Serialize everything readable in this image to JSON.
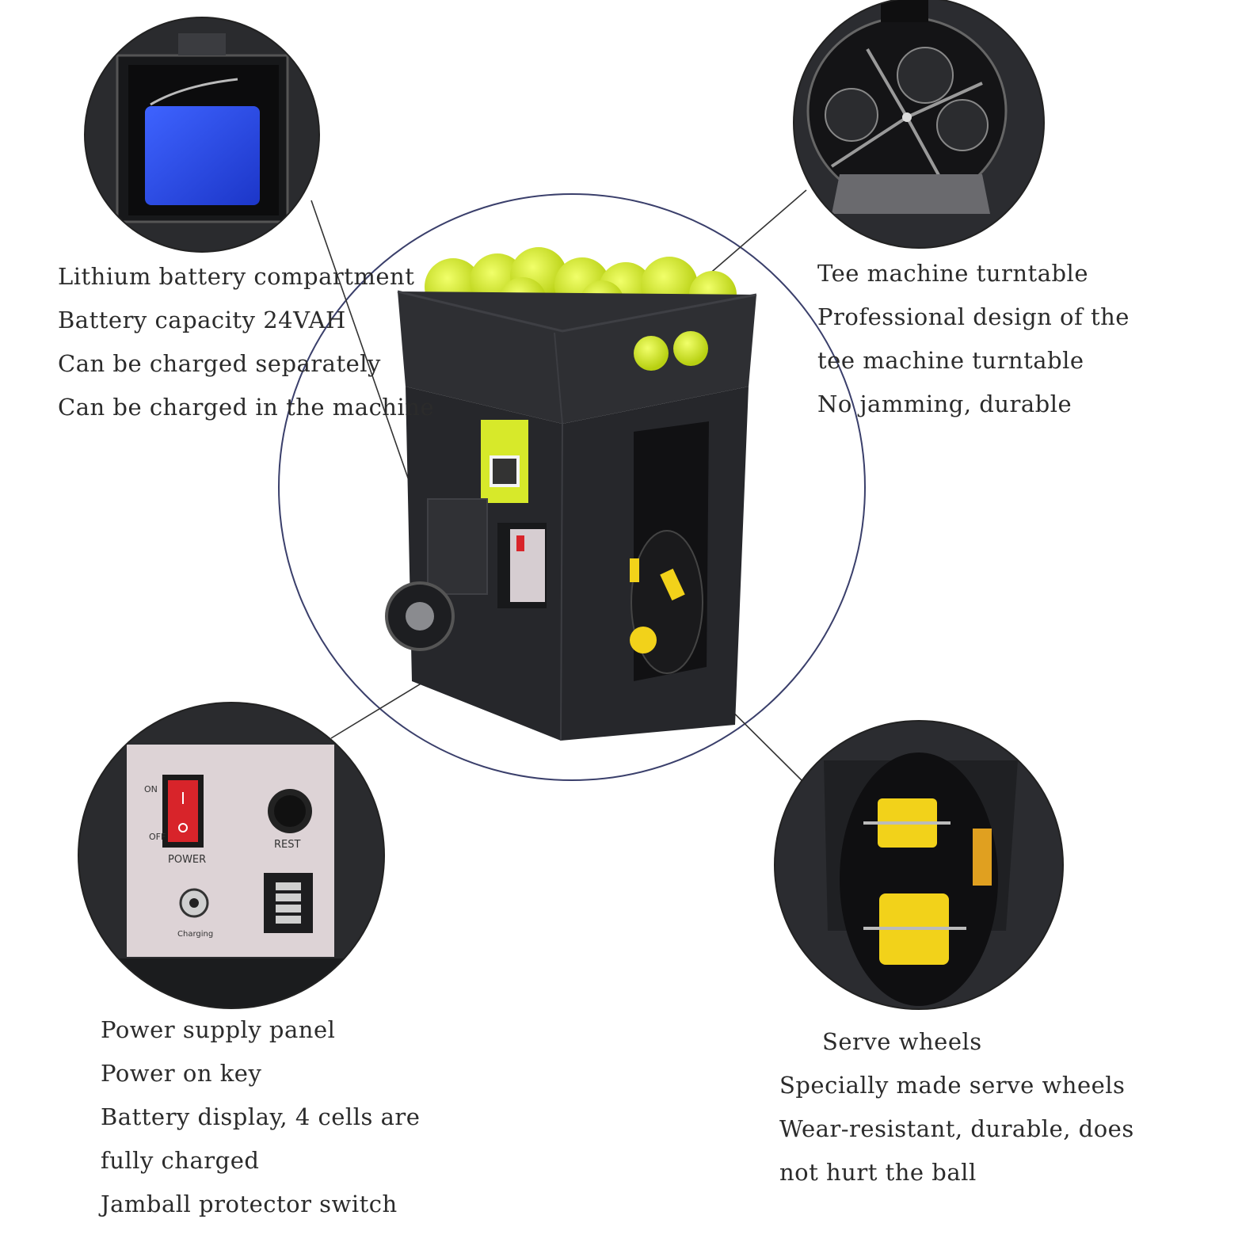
{
  "colors": {
    "background": "#ffffff",
    "machine_body": "#2e2f33",
    "ball_yellow": "#d9ec2a",
    "battery_blue": "#2a4be0",
    "panel_pink": "#ddd3d6",
    "switch_red": "#d8242a",
    "wheel_yellow": "#f2d21a",
    "circle_line": "#3a3f6b"
  },
  "callouts": {
    "battery": {
      "lines": [
        "Lithium battery compartment",
        "Battery capacity 24VAH",
        "Can be charged separately",
        "Can be charged in the machine"
      ]
    },
    "turntable": {
      "lines": [
        "Tee machine turntable",
        "Professional design of the",
        "tee machine turntable",
        "No jamming, durable"
      ]
    },
    "power_panel": {
      "lines": [
        "Power supply panel",
        "Power on key",
        "Battery display, 4 cells are",
        "fully charged",
        "Jamball protector switch"
      ]
    },
    "serve_wheels": {
      "title": "Serve wheels",
      "lines": [
        "Specially made serve wheels",
        "Wear-resistant, durable, does",
        "not hurt the ball"
      ]
    }
  },
  "panel_labels": {
    "on": "ON",
    "off": "OFF",
    "power": "POWER",
    "rest": "REST",
    "charging": "Charging"
  },
  "icons": [
    "battery-pack-icon",
    "turntable-icon",
    "power-switch-icon",
    "reset-button-icon",
    "battery-level-icon",
    "charging-port-icon",
    "serve-wheel-icon"
  ]
}
